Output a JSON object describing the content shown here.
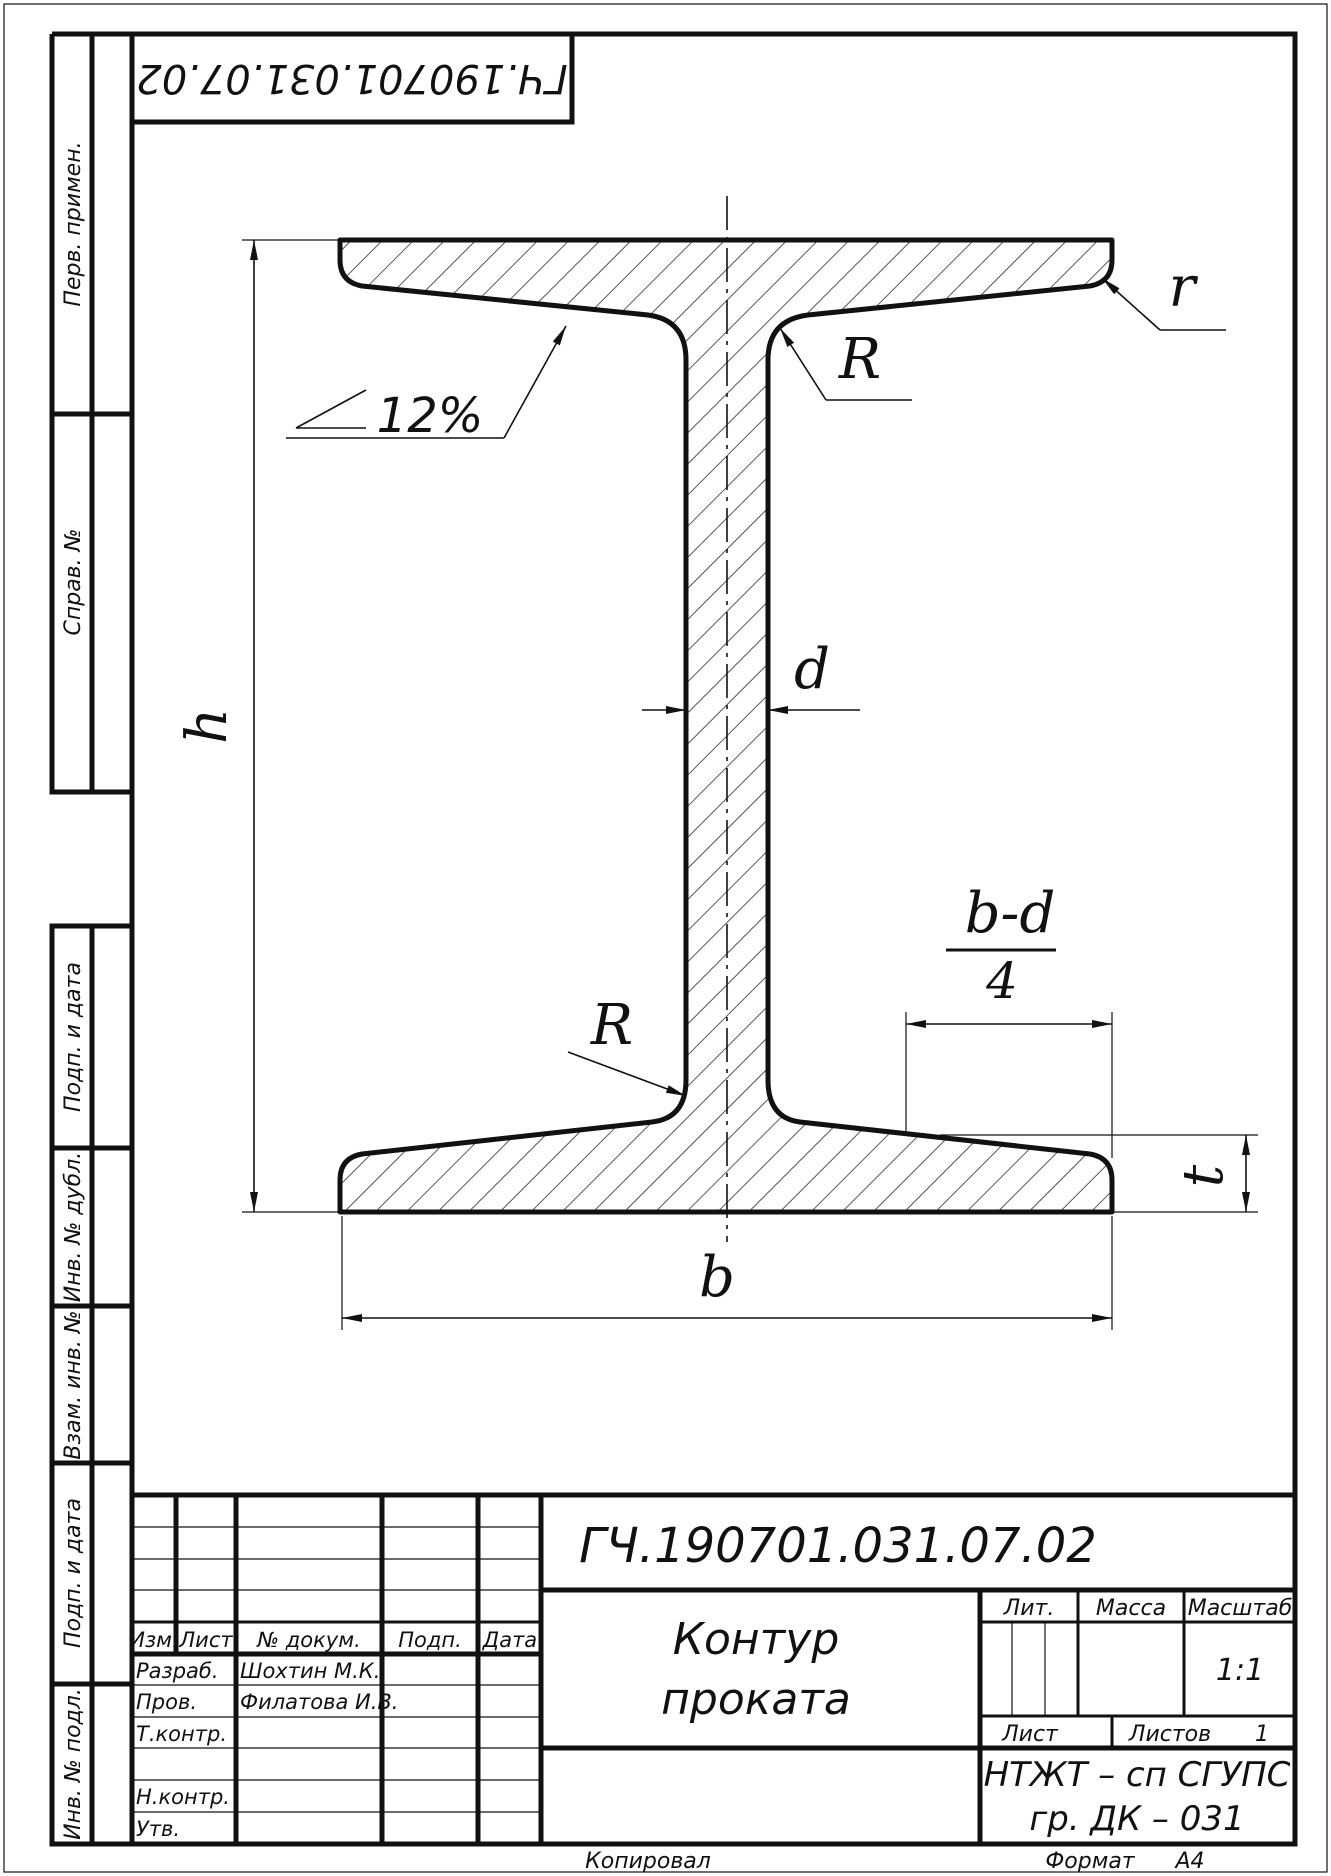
{
  "designation": "ГЧ.190701.031.07.02",
  "designation_rotated": "ГЧ.190701.031.07.02",
  "title": [
    "Контур",
    "проката"
  ],
  "organization": [
    "НТЖТ – сп СГУПС",
    "гр. ДК – 031"
  ],
  "left_strip": {
    "top": [
      "Перв. примен.",
      "Справ. №"
    ],
    "bottom": [
      "Подп. и дата",
      "Инв. № дубл.",
      "Взам. инв. №",
      "Подп. и дата",
      "Инв. № подл."
    ]
  },
  "stamp": {
    "headers": [
      "Изм.",
      "Лист",
      "№ докум.",
      "Подп.",
      "Дата"
    ],
    "rows": [
      {
        "role": "Разраб.",
        "name": "Шохтин М.К."
      },
      {
        "role": "Пров.",
        "name": "Филатова И.В."
      },
      {
        "role": "Т.контр.",
        "name": ""
      },
      {
        "role": "",
        "name": ""
      },
      {
        "role": "Н.контр.",
        "name": ""
      },
      {
        "role": "Утв.",
        "name": ""
      }
    ],
    "lit_label": "Лит.",
    "mass_label": "Масса",
    "scale_label": "Масштаб",
    "scale_value": "1:1",
    "sheet_label": "Лист",
    "sheets_label": "Листов",
    "sheets_value": "1"
  },
  "footer": {
    "copied": "Копировал",
    "format_label": "Формат",
    "format_value": "А4"
  },
  "dimensions": {
    "h": "h",
    "b": "b",
    "d": "d",
    "t": "t",
    "r": "r",
    "R_top": "R",
    "R_bottom": "R",
    "slope": "12%",
    "fraction_numerator": "b-d",
    "fraction_denominator": "4"
  }
}
